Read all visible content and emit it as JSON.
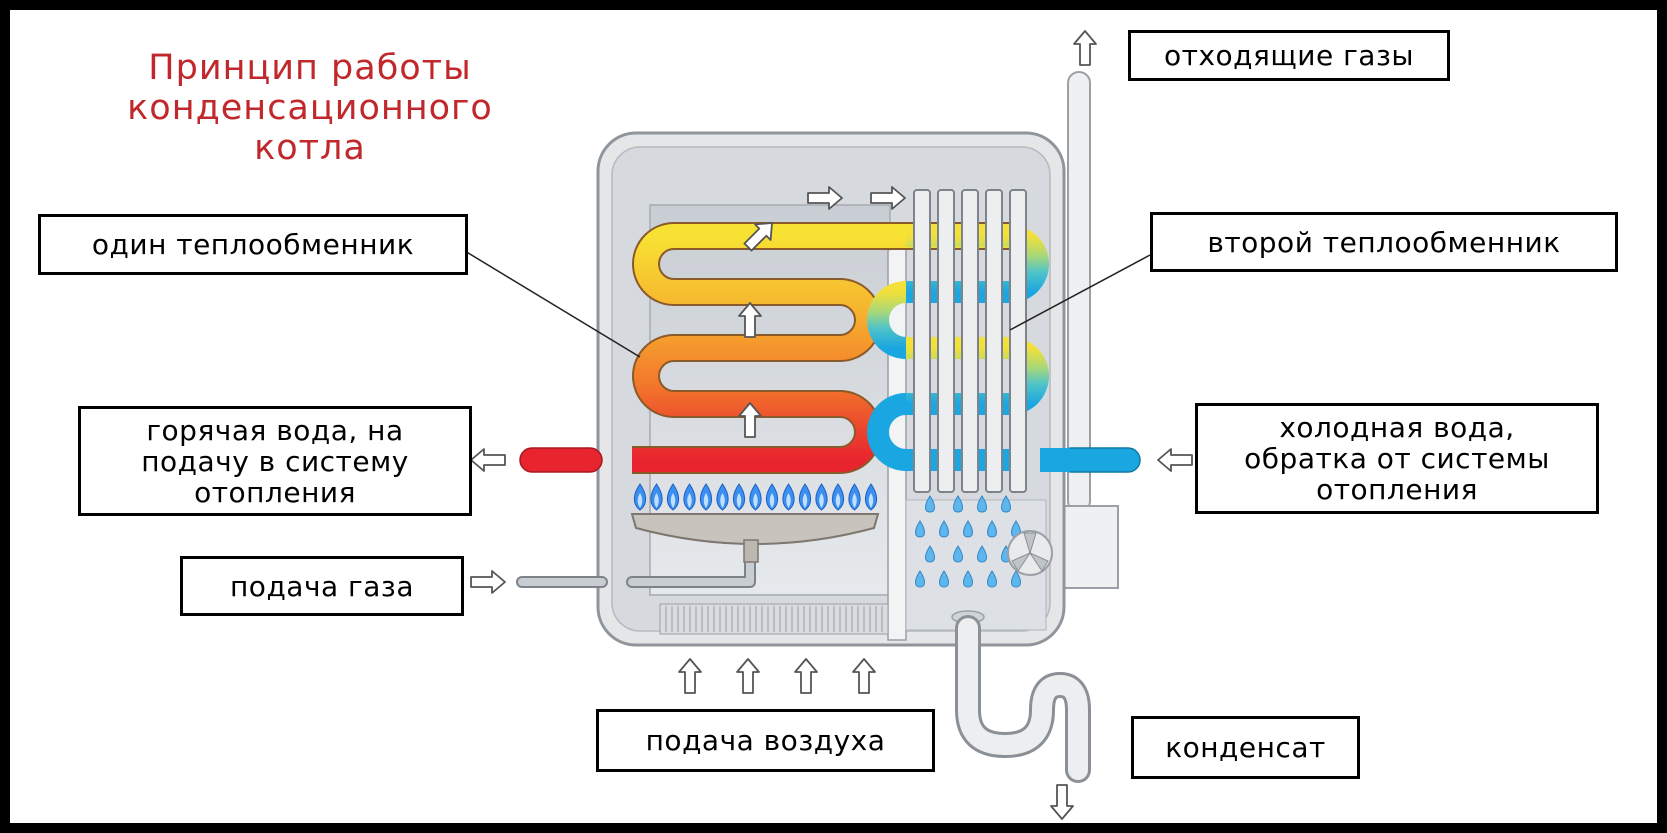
{
  "title": {
    "lines": [
      "Принцип работы",
      "конденсационного",
      "котла"
    ]
  },
  "labels": {
    "exhaust": "отходящие газы",
    "hx1": "один теплообменник",
    "hx2": "второй теплообменник",
    "hot_water": [
      "горячая вода, на",
      "подачу в систему",
      "отопления"
    ],
    "cold_water": [
      "холодная вода,",
      "обратка от системы",
      "отопления"
    ],
    "gas": "подача газа",
    "air": "подача воздуха",
    "condensate": "конденсат"
  },
  "colors": {
    "title": "#c0282c",
    "hot_pipe": "#e8242e",
    "cold_pipe": "#1aa6e0",
    "coil_top": "#f5df2e",
    "coil_bottom": "#ec3c2c",
    "flame": "#3b8ff0",
    "casing": "#e4e6e8"
  },
  "icons": [
    "arrow-up-icon",
    "arrow-down-icon",
    "arrow-left-icon",
    "arrow-right-icon",
    "flame-icon",
    "droplet-icon",
    "fan-icon"
  ]
}
